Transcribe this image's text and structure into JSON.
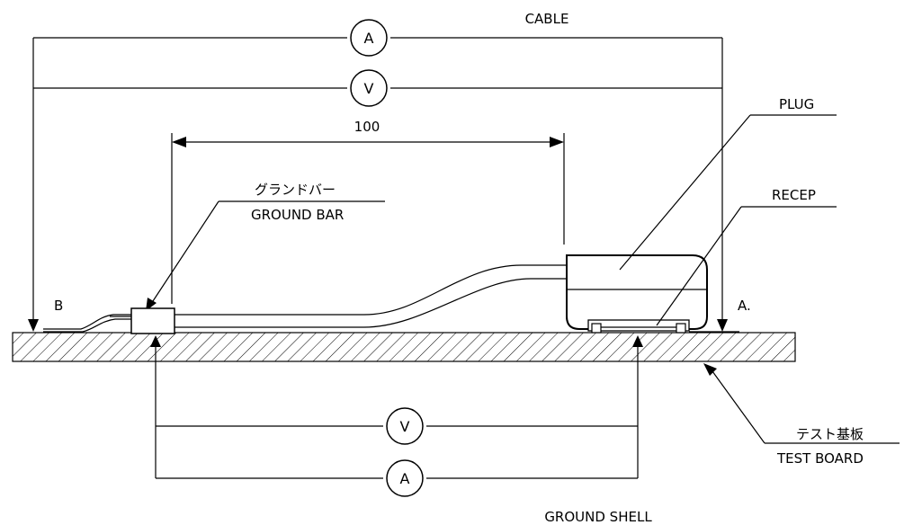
{
  "labels": {
    "cable": "CABLE",
    "dimension": "100",
    "plug": "PLUG",
    "recep": "RECEP",
    "ground_bar_jp": "グランドバー",
    "ground_bar_en": "GROUND BAR",
    "point_b": "B",
    "point_a": "A.",
    "test_board_jp": "テスト基板",
    "test_board_en": "TEST BOARD",
    "ground_shell": "GROUND SHELL"
  },
  "meters": {
    "top_ammeter": "A",
    "top_voltmeter": "V",
    "bottom_voltmeter": "V",
    "bottom_ammeter": "A"
  }
}
